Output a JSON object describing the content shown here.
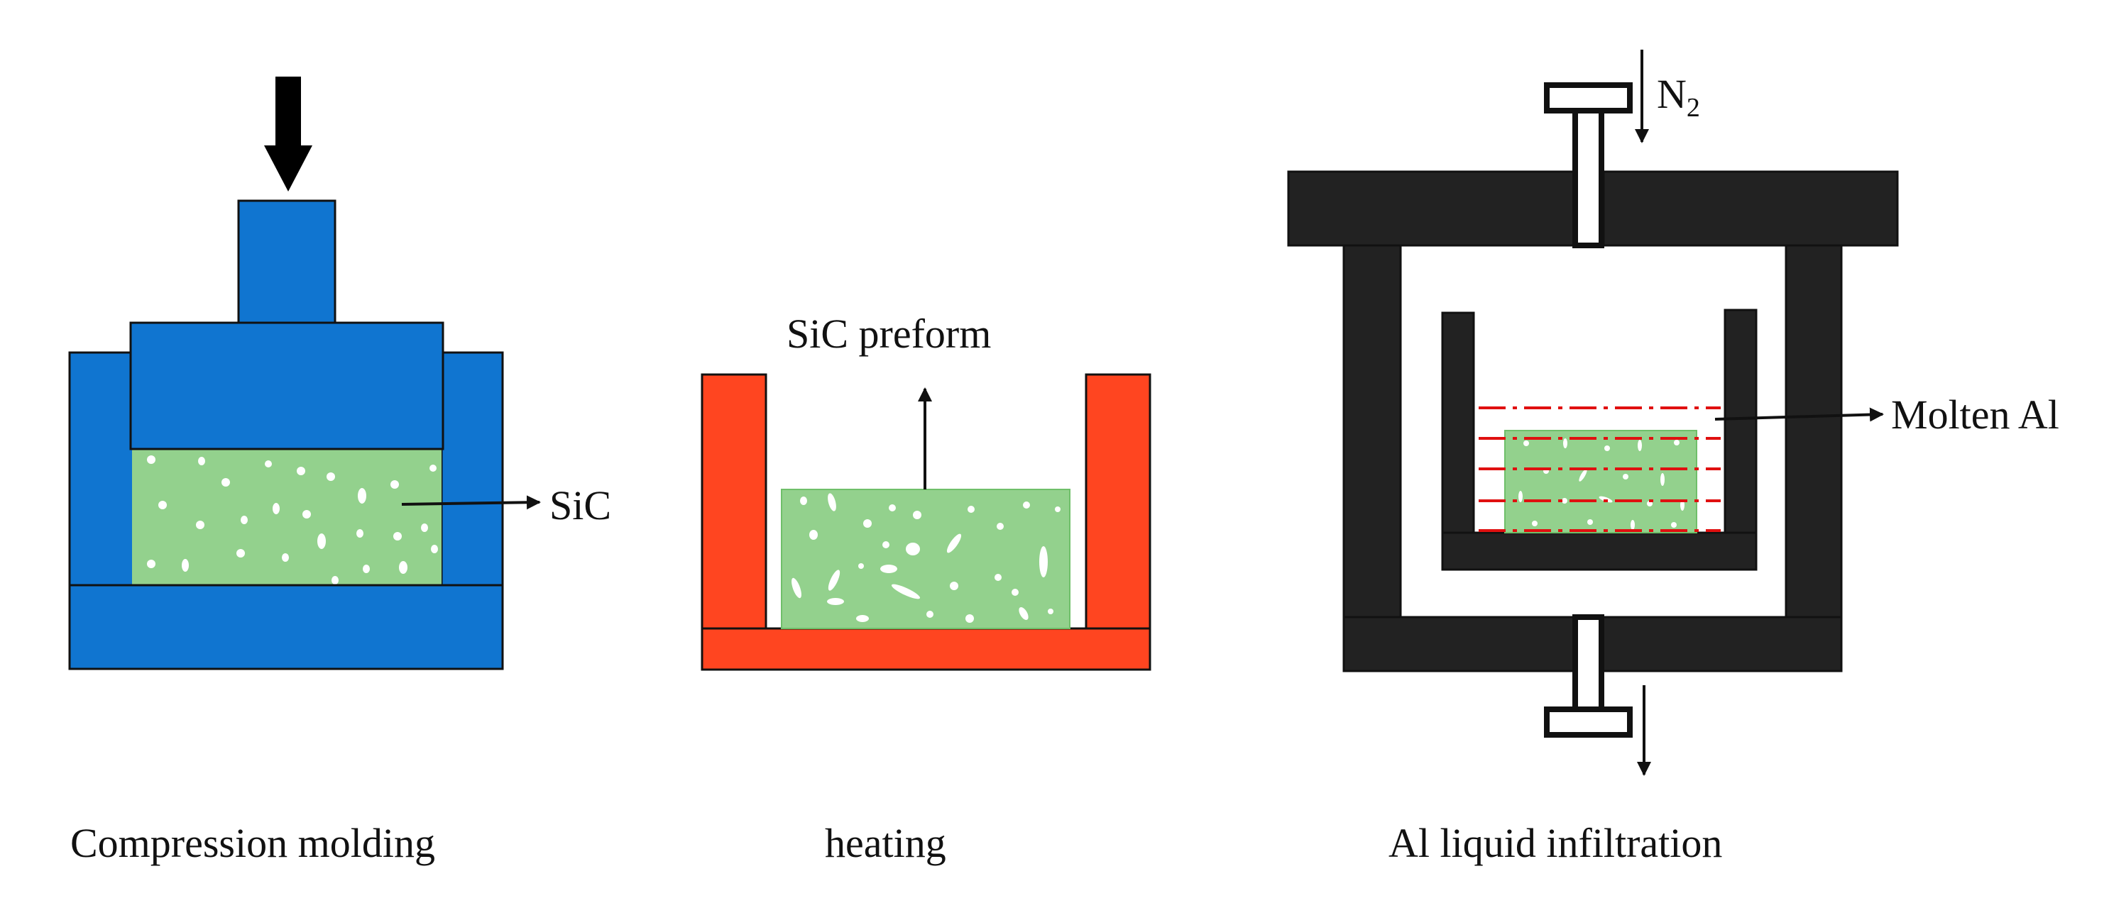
{
  "panels": {
    "compression": {
      "caption": "Compression molding",
      "sic_label": "SiC"
    },
    "heating": {
      "caption": "heating",
      "preform_label": "SiC preform"
    },
    "infiltration": {
      "caption": "Al liquid infiltration",
      "gas_label": "N",
      "gas_subscript": "2",
      "molten_label": "Molten Al"
    }
  },
  "colors": {
    "mold_blue": "#1075D0",
    "sic_green": "#93D18D",
    "crucible_orange": "#FF4520",
    "furnace_black": "#222222",
    "melt_line_red": "#E01010",
    "outline": "#111111"
  }
}
